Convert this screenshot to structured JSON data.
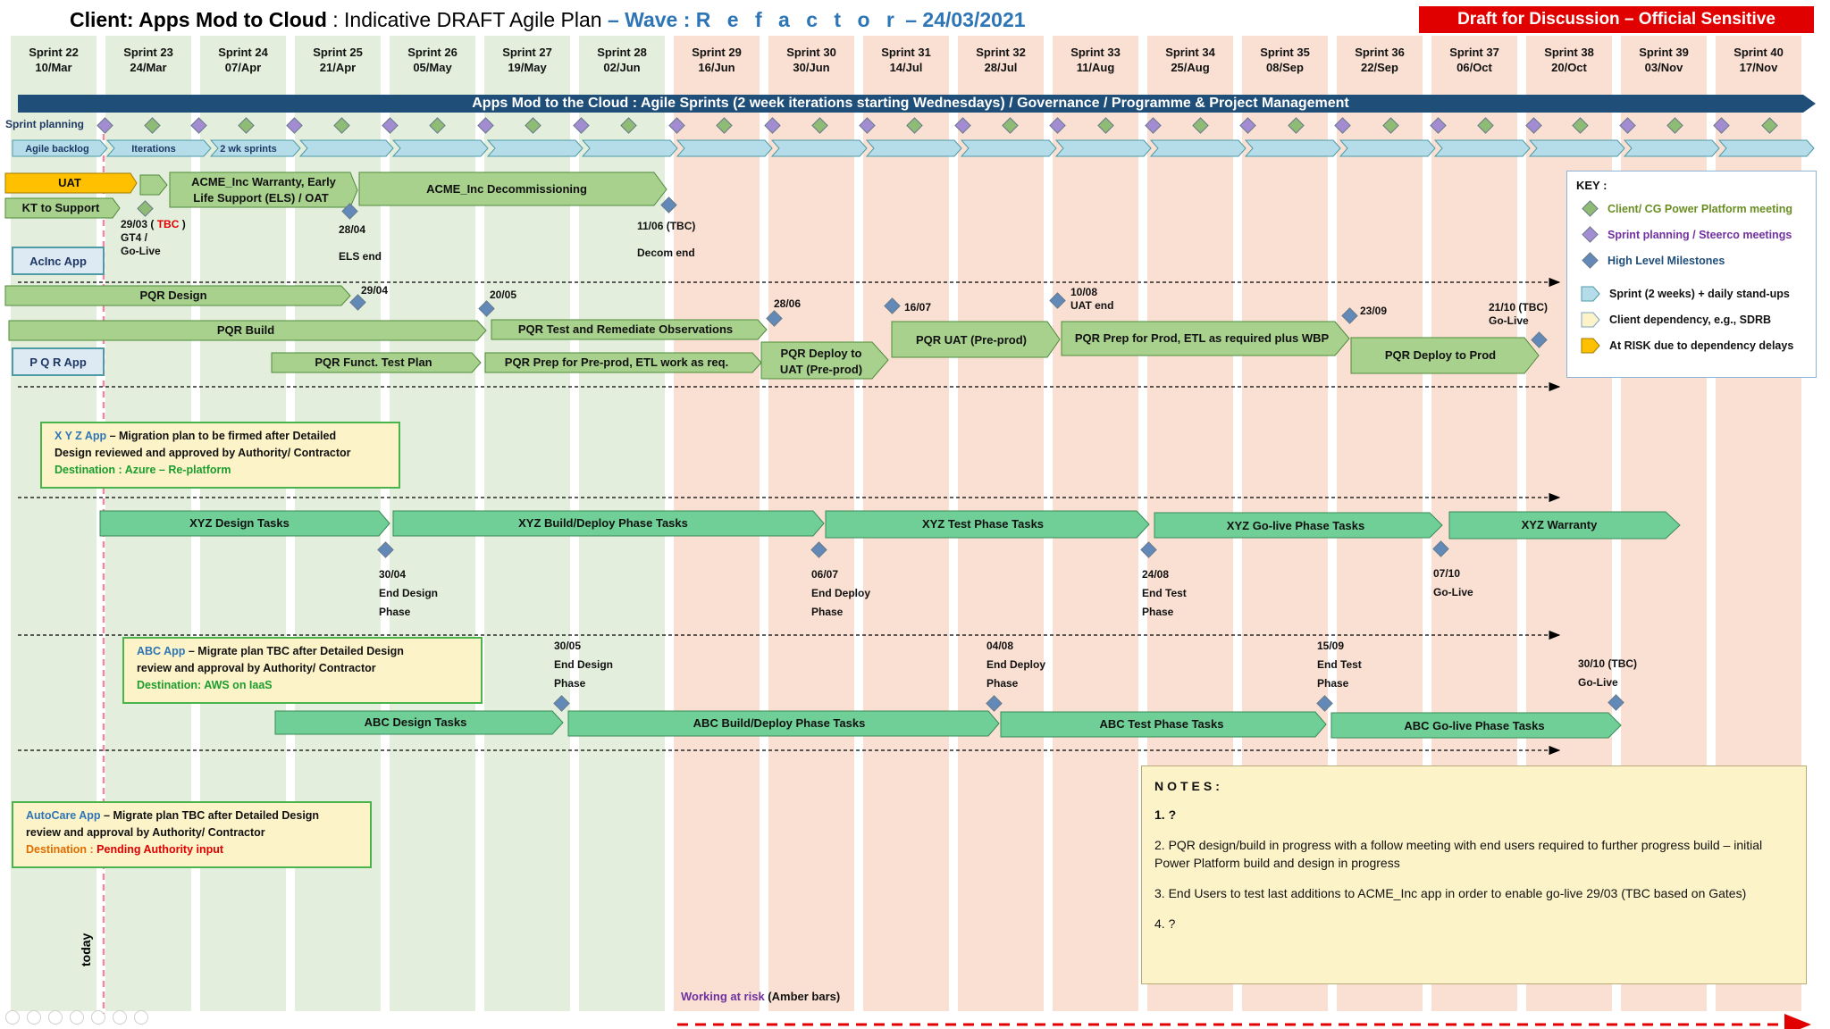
{
  "header": {
    "client_part": "Client: Apps Mod to Cloud",
    "plan_part": " : Indicative DRAFT Agile Plan ",
    "wave_part": "– Wave : ",
    "wave_name": "R e f a c t o r",
    "date_part": " – 24/03/2021",
    "badge": "Draft for Discussion – Official Sensitive"
  },
  "sprints": [
    {
      "name": "Sprint 22",
      "date": "10/Mar"
    },
    {
      "name": "Sprint 23",
      "date": "24/Mar"
    },
    {
      "name": "Sprint 24",
      "date": "07/Apr"
    },
    {
      "name": "Sprint 25",
      "date": "21/Apr"
    },
    {
      "name": "Sprint 26",
      "date": "05/May"
    },
    {
      "name": "Sprint 27",
      "date": "19/May"
    },
    {
      "name": "Sprint 28",
      "date": "02/Jun"
    },
    {
      "name": "Sprint 29",
      "date": "16/Jun"
    },
    {
      "name": "Sprint 30",
      "date": "30/Jun"
    },
    {
      "name": "Sprint 31",
      "date": "14/Jul"
    },
    {
      "name": "Sprint 32",
      "date": "28/Jul"
    },
    {
      "name": "Sprint 33",
      "date": "11/Aug"
    },
    {
      "name": "Sprint 34",
      "date": "25/Aug"
    },
    {
      "name": "Sprint 35",
      "date": "08/Sep"
    },
    {
      "name": "Sprint 36",
      "date": "22/Sep"
    },
    {
      "name": "Sprint 37",
      "date": "06/Oct"
    },
    {
      "name": "Sprint 38",
      "date": "20/Oct"
    },
    {
      "name": "Sprint 39",
      "date": "03/Nov"
    },
    {
      "name": "Sprint 40",
      "date": "17/Nov"
    }
  ],
  "banner": "Apps Mod to the Cloud : Agile Sprints (2 week iterations starting Wednesdays) / Governance / Programme & Project Management",
  "rows": {
    "sprint_planning": "Sprint planning",
    "agile_backlog": "Agile backlog",
    "iterations": "Iterations",
    "wk_sprints": "2 wk sprints"
  },
  "acinc": {
    "uat": "UAT",
    "kt": "KT to Support",
    "warranty_l1": "ACME_Inc Warranty, Early",
    "warranty_l2": "Life Support (ELS)  /  OAT",
    "decom": "ACME_Inc Decommissioning",
    "app": "AcInc App",
    "m_golive_1": "29/03 ( ",
    "m_golive_tbc": "TBC",
    "m_golive_2": " )",
    "m_golive_3": "GT4 /",
    "m_golive_4": "Go-Live",
    "m_els_1": "28/04",
    "m_els_2": "ELS end",
    "m_decom_1": "11/06 (TBC)",
    "m_decom_2": "Decom end"
  },
  "pqr": {
    "design": "PQR Design",
    "build": "PQR Build",
    "test": "PQR Test and Remediate Observations",
    "funct": "PQR Funct. Test Plan",
    "prep": "PQR Prep for Pre-prod, ETL work as req.",
    "deploy_l1": "PQR Deploy to",
    "deploy_l2": "UAT (Pre-prod)",
    "uat": "PQR UAT (Pre-prod)",
    "prep_prod": "PQR Prep for Prod, ETL as required plus WBP",
    "deploy_prod": "PQR Deploy to Prod",
    "app": "P Q R  App",
    "m1": "29/04",
    "m2": "20/05",
    "m3": "28/06",
    "m4": "16/07",
    "m5_1": "10/08",
    "m5_2": "UAT end",
    "m6": "23/09",
    "m7_1": "21/10 (TBC)",
    "m7_2": "Go-Live"
  },
  "xyz": {
    "note_app": "X Y Z  App",
    "note_1": " – Migration plan to be firmed after Detailed",
    "note_2": "Design reviewed and approved by Authority/ Contractor",
    "note_3": "Destination : Azure – Re-platform",
    "design": "XYZ Design Tasks",
    "build": "XYZ Build/Deploy Phase Tasks",
    "test": "XYZ Test Phase Tasks",
    "golive": "XYZ Go-live Phase Tasks",
    "warranty": "XYZ Warranty",
    "m1_1": "30/04",
    "m1_2": "End Design",
    "m1_3": "Phase",
    "m2_1": "06/07",
    "m2_2": "End Deploy",
    "m2_3": "Phase",
    "m3_1": "24/08",
    "m3_2": "End Test",
    "m3_3": "Phase",
    "m4_1": "07/10",
    "m4_2": "Go-Live"
  },
  "abc": {
    "note_app": "ABC App",
    "note_1": " – Migrate plan TBC after Detailed Design",
    "note_2": "review and approval by Authority/ Contractor",
    "note_3": "Destination: AWS on IaaS",
    "design": "ABC Design Tasks",
    "build": "ABC Build/Deploy Phase Tasks",
    "test": "ABC Test Phase Tasks",
    "golive": "ABC Go-live Phase Tasks",
    "m1_1": "30/05",
    "m1_2": "End Design",
    "m1_3": "Phase",
    "m2_1": "04/08",
    "m2_2": "End Deploy",
    "m2_3": "Phase",
    "m3_1": "15/09",
    "m3_2": "End Test",
    "m3_3": "Phase",
    "m4_1": "30/10 (TBC)",
    "m4_2": "Go-Live"
  },
  "autocare": {
    "note_app": "AutoCare App",
    "note_1": " – Migrate plan TBC after Detailed Design",
    "note_2": "review and approval by Authority/ Contractor",
    "note_3": "Destination : ",
    "note_4": "Pending Authority input"
  },
  "key": {
    "title": "KEY :",
    "client": "Client/ CG Power Platform meeting",
    "sprint": "Sprint planning / Steerco meetings",
    "milestone": "High Level Milestones",
    "sprint2": "Sprint (2 weeks) + daily stand-ups",
    "client_dep": "Client dependency, e.g., SDRB",
    "risk": "At RISK due to dependency delays"
  },
  "notes": {
    "title": "NOTES:",
    "n1": "1. ?",
    "n2": "2. PQR design/build in progress with a follow meeting with end users required to further progress build – initial Power Platform build and design in progress",
    "n3": "3. End Users to test last additions to ACME_Inc app in order to enable go-live 29/03 (TBC based on Gates)",
    "n4": "4. ?"
  },
  "today": "today",
  "footer": {
    "risk_1": "Working at risk",
    "risk_2": " (Amber bars)"
  },
  "colors": {
    "green_bar": "#a9d18e",
    "teal_bar": "#6fcf97",
    "light_blue_bar": "#b4dde9",
    "amber": "#ffc000",
    "navy": "#1f4e79",
    "red": "#e00000",
    "col_green": "#e3efdc",
    "col_peach": "#f9e0d3"
  }
}
